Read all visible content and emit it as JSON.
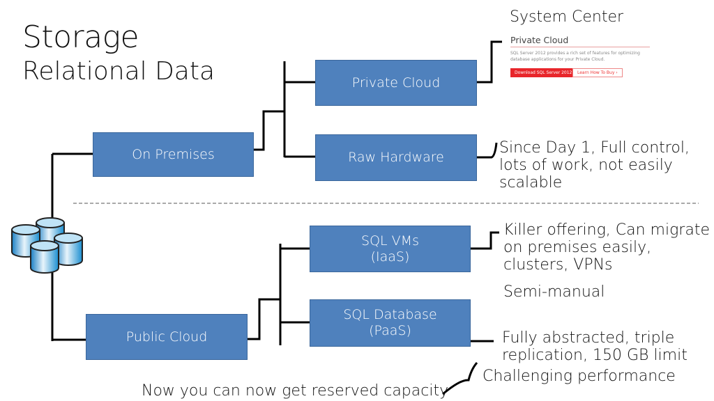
{
  "title": "Storage",
  "subtitle": "Relational Data",
  "nodes": {
    "on_premises": "On Premises",
    "private_cloud": "Private Cloud",
    "raw_hardware": "Raw Hardware",
    "public_cloud": "Public Cloud",
    "sql_vms": {
      "line1": "SQL VMs",
      "line2": "(IaaS)"
    },
    "sql_database": {
      "line1": "SQL Database",
      "line2": "(PaaS)"
    }
  },
  "system_center": {
    "heading": "System Center",
    "page_title": "Private Cloud",
    "description": "SQL Server 2012 provides a rich set of features for optimizing database applications for your Private Cloud.",
    "download_button": "Download SQL Server 2012 ›",
    "learn_button": "Learn How To Buy ›"
  },
  "notes": {
    "raw_hardware": "Since Day 1, Full control, lots of work, not easily scalable",
    "sql_vms": "Killer offering, Can migrate on premises easily, clusters, VPNs",
    "sql_vms_2": "Semi-manual",
    "sql_database": "Fully abstracted, triple replication, 150 GB limit",
    "challenging": "Challenging performance",
    "reserved": "Now you can now get reserved capacity"
  },
  "colors": {
    "box": "#4f81bd",
    "accent": "#e8262b"
  },
  "icons": {
    "database": "database-cluster-icon"
  }
}
